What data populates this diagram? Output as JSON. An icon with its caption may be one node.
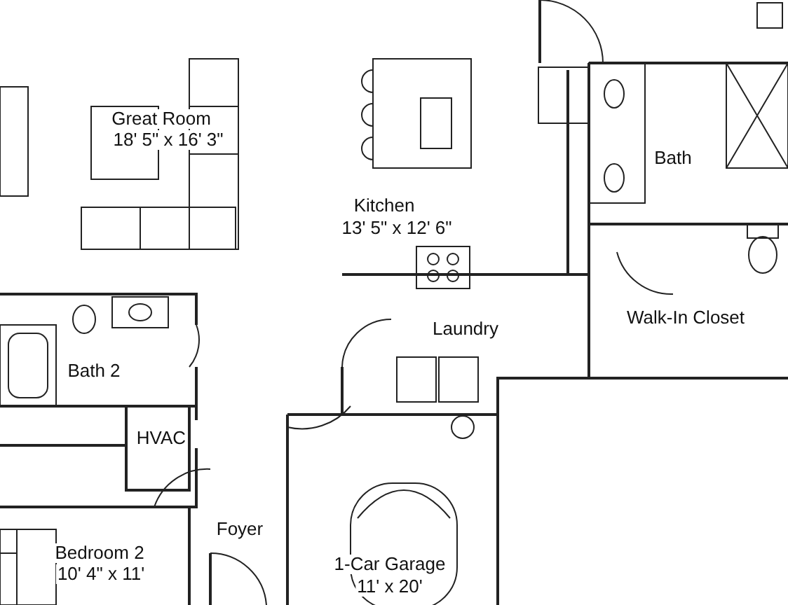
{
  "diagram": {
    "labels": [
      "Great Room",
      "18' 5\" x 16' 3\"",
      "Kitchen",
      "13' 5\" x 12' 6\"",
      "Bath",
      "Walk-In Closet",
      "Laundry",
      "Bath 2",
      "HVAC",
      "Foyer",
      "Bedroom 2",
      "10' 4\" x 11'",
      "1-Car Garage",
      "11' x 20'"
    ]
  }
}
